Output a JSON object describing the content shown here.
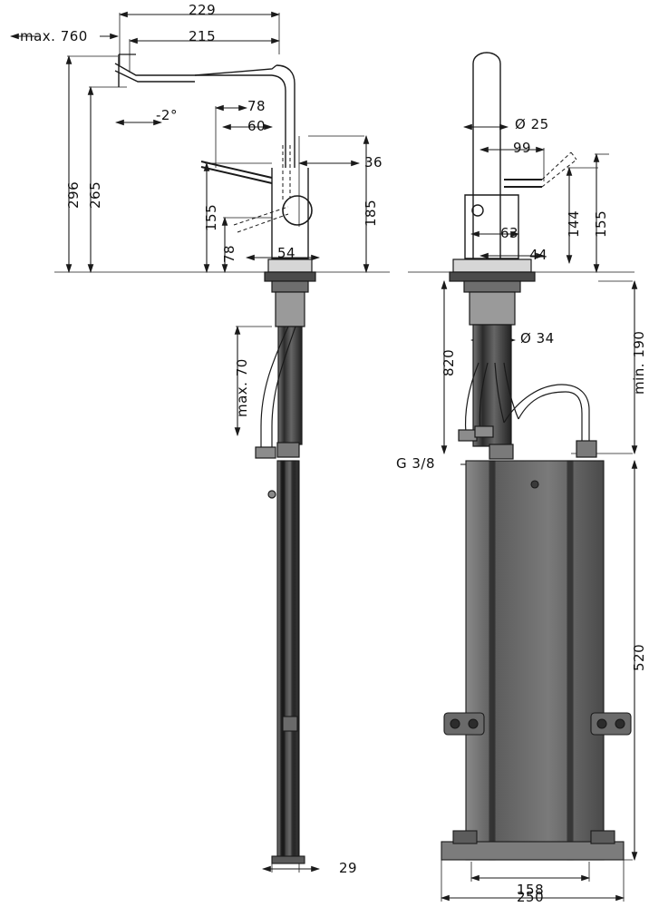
{
  "diagram": {
    "title": "Kitchen mixer tap technical dimension drawing",
    "units": "mm",
    "views": [
      {
        "name": "front-view",
        "position": "left"
      },
      {
        "name": "side-view",
        "position": "right"
      }
    ],
    "dimensions": {
      "front": {
        "overall_width": "229",
        "spout_reach": "215",
        "max_hose": "max. 760",
        "total_height": "296",
        "spout_height": "265",
        "lever_offset_top": "78",
        "lever_offset": "60",
        "body_depth": "36",
        "handle_length": "155",
        "handle_low": "78",
        "base_width": "54",
        "body_height": "185",
        "angle": "-2°",
        "thread_depth": "max. 70",
        "base_plate_width": "29"
      },
      "side": {
        "spout_diameter": "Ø 25",
        "lever_reach": "99",
        "lever_length": "144",
        "lever_total": "155",
        "body_width": "63",
        "base_depth": "44",
        "shank_diameter": "Ø 34",
        "hose_length": "820",
        "min_clearance": "min. 190",
        "supply_thread": "G 3/8",
        "box_height": "520",
        "box_width_inner": "158",
        "box_width_outer": "250"
      }
    },
    "labels": [
      {
        "id": "dim-229",
        "text": "229"
      },
      {
        "id": "dim-215",
        "text": "215"
      },
      {
        "id": "dim-max-760",
        "text": "max. 760"
      },
      {
        "id": "dim-296",
        "text": "296"
      },
      {
        "id": "dim-265",
        "text": "265"
      },
      {
        "id": "dim-78-top",
        "text": "78"
      },
      {
        "id": "dim-60",
        "text": "60"
      },
      {
        "id": "dim-36",
        "text": "36"
      },
      {
        "id": "dim-155-front",
        "text": "155"
      },
      {
        "id": "dim-78-low",
        "text": "78"
      },
      {
        "id": "dim-54",
        "text": "54"
      },
      {
        "id": "dim-185",
        "text": "185"
      },
      {
        "id": "dim-angle",
        "text": "-2°"
      },
      {
        "id": "dim-max-70",
        "text": "max. 70"
      },
      {
        "id": "dim-29",
        "text": "29"
      },
      {
        "id": "dim-d25",
        "text": "Ø 25"
      },
      {
        "id": "dim-99",
        "text": "99"
      },
      {
        "id": "dim-144",
        "text": "144"
      },
      {
        "id": "dim-155-side",
        "text": "155"
      },
      {
        "id": "dim-63",
        "text": "63"
      },
      {
        "id": "dim-44",
        "text": "44"
      },
      {
        "id": "dim-d34",
        "text": "Ø 34"
      },
      {
        "id": "dim-820",
        "text": "820"
      },
      {
        "id": "dim-min-190",
        "text": "min. 190"
      },
      {
        "id": "dim-g38",
        "text": "G 3/8"
      },
      {
        "id": "dim-520",
        "text": "520"
      },
      {
        "id": "dim-158",
        "text": "158"
      },
      {
        "id": "dim-250",
        "text": "250"
      }
    ],
    "colors": {
      "line": "#1a1a1a",
      "fill_dark": "#3a3a3a",
      "fill_mid": "#6e6e6e",
      "background": "#ffffff"
    }
  }
}
